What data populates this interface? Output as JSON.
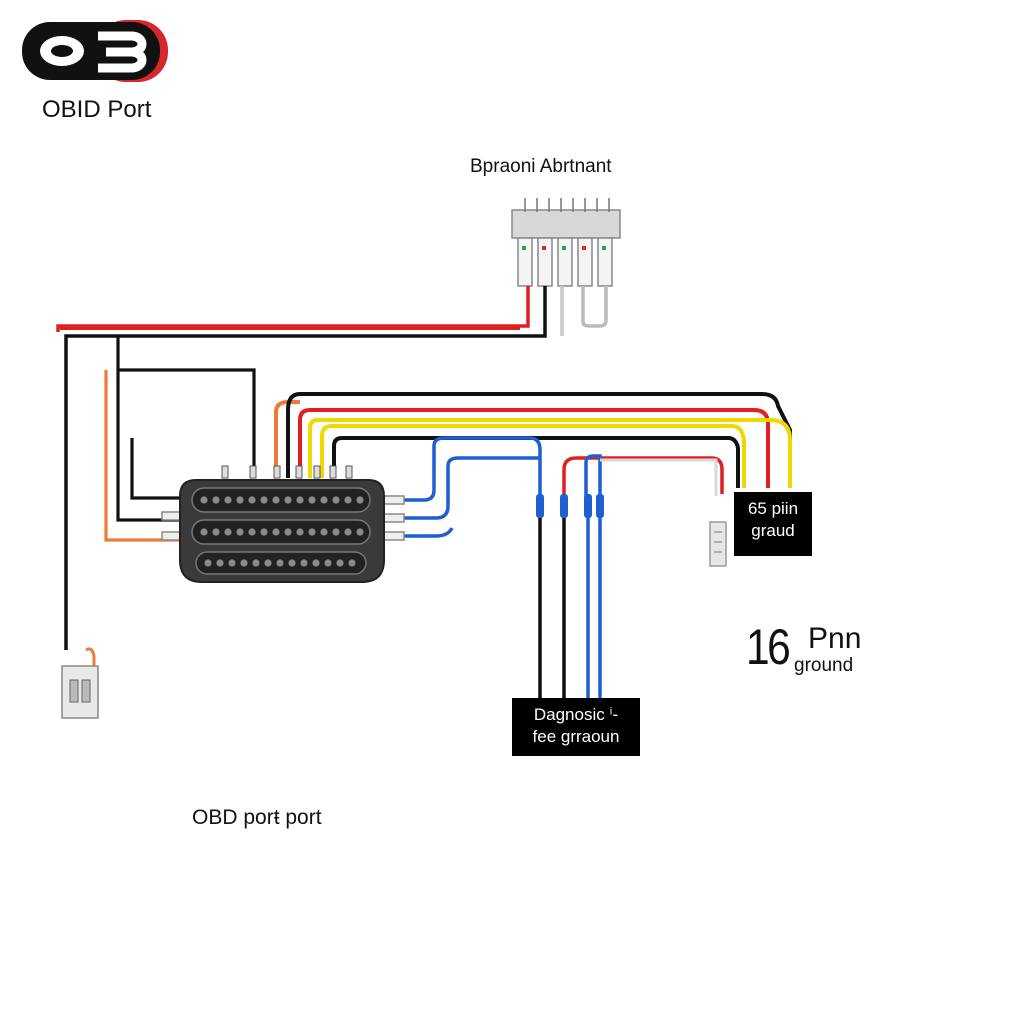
{
  "logo": {
    "text": "OB",
    "caption": "OBID Port"
  },
  "labels": {
    "top_connector": "Bpraoni Abrtnant",
    "bottom_caption": "OBD porŧ port",
    "big_number": "16",
    "big_pin": "Pnn",
    "big_sub": "ground"
  },
  "boxes": {
    "pin_ground": {
      "line1": "65 piin",
      "line2": "graud"
    },
    "diagnostic": {
      "line1": "Dagnosic ⁱ-",
      "line2": "fee grraoun"
    }
  },
  "colors": {
    "red": "#e02020",
    "black": "#111111",
    "yellow": "#f0d800",
    "blue": "#1f5fd0",
    "orange": "#ee7a3a",
    "connector_body": "#3a3a3a",
    "logo_red": "#d8262a"
  },
  "icons": [
    "obd-logo-icon",
    "terminal-block-icon",
    "obd-connector-icon",
    "plug-connector-icon",
    "small-plug-icon"
  ]
}
